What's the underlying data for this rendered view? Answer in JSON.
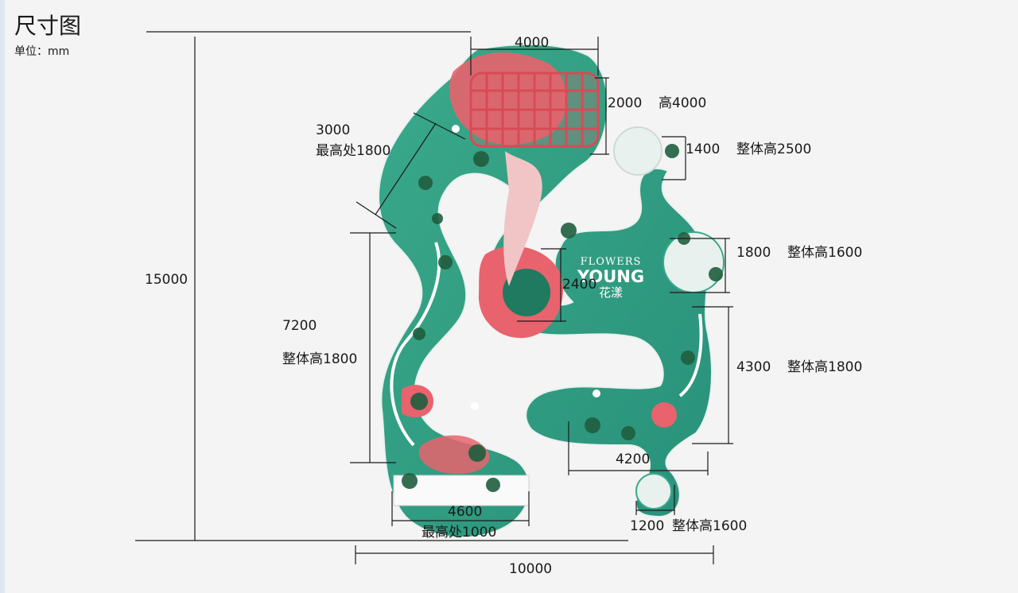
{
  "header": {
    "title": "尺寸图",
    "unit": "单位：mm"
  },
  "logo": {
    "line1": "FLOWERS",
    "line2": "YOUNG",
    "line3": "花漾"
  },
  "dimensions": {
    "total_height": "15000",
    "total_width": "10000",
    "top_width": "4000",
    "top_depth": "2000",
    "top_height": "高4000",
    "wall_width": "3000",
    "wall_height": "最高处1800",
    "left_length": "7200",
    "left_height": "整体高1800",
    "center": "2400",
    "small_top_width": "1400",
    "small_top_height": "整体高2500",
    "right_circle_width": "1800",
    "right_circle_height": "整体高1600",
    "right_length": "4300",
    "right_height": "整体高1800",
    "bottom_right_width": "4200",
    "bottom_circle_width": "1200",
    "bottom_circle_height": "整体高1600",
    "bottom_left_width": "4600",
    "bottom_left_height": "最高处1000"
  },
  "colors": {
    "floor": "#2f9e80",
    "accent": "#e8636d",
    "background": "#f4f4f4",
    "line": "#1a1a1a"
  }
}
